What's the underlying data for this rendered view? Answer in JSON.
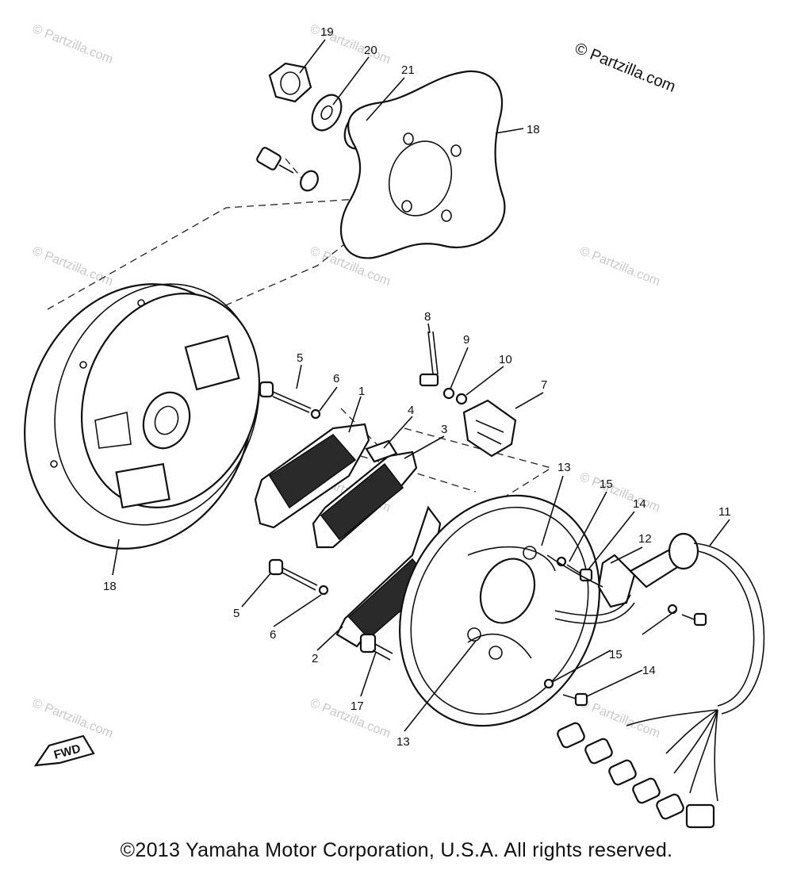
{
  "watermark": "© Partzilla.com",
  "brand_mark": "© Partzilla.com",
  "footer": "©2013 Yamaha Motor Corporation, U.S.A. All rights reserved.",
  "fwd_label": "FWD",
  "callouts": {
    "c1": "1",
    "c2": "2",
    "c3": "3",
    "c4": "4",
    "c5a": "5",
    "c5b": "5",
    "c6a": "6",
    "c6b": "6",
    "c7": "7",
    "c8": "8",
    "c9": "9",
    "c10": "10",
    "c11": "11",
    "c12": "12",
    "c13a": "13",
    "c13b": "13",
    "c14a": "14",
    "c14b": "14",
    "c15a": "15",
    "c15b": "15",
    "c17": "17",
    "c18a": "18",
    "c18b": "18",
    "c19": "19",
    "c20": "20",
    "c21": "21"
  }
}
